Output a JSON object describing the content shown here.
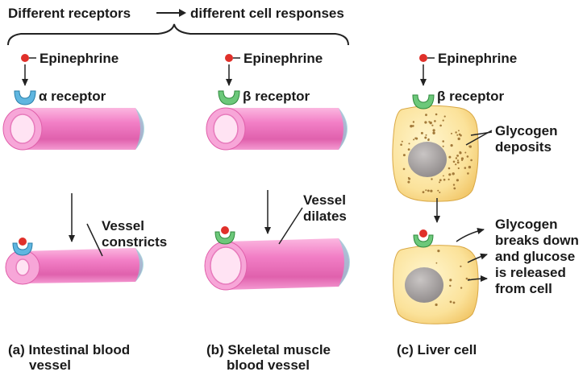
{
  "header": {
    "left": "Different receptors",
    "right": "different cell responses"
  },
  "panels": [
    {
      "ligand": "Epinephrine",
      "receptor": "α receptor",
      "response": [
        "Vessel",
        "constricts"
      ],
      "caption": [
        "(a) Intestinal blood",
        "vessel"
      ]
    },
    {
      "ligand": "Epinephrine",
      "receptor": "β receptor",
      "response": [
        "Vessel",
        "dilates"
      ],
      "caption": [
        "(b) Skeletal muscle",
        "blood vessel"
      ]
    },
    {
      "ligand": "Epinephrine",
      "receptor": "β receptor",
      "deposits": [
        "Glycogen",
        "deposits"
      ],
      "response": [
        "Glycogen",
        "breaks down",
        "and glucose",
        "is released",
        "from cell"
      ],
      "caption": [
        "(c) Liver cell"
      ]
    }
  ],
  "colors": {
    "vessel": "#f07cc4",
    "vessel_inner": "#ffd6ef",
    "alpha_receptor": "#5fb6e0",
    "beta_receptor": "#6cc87a",
    "ligand": "#e0302a",
    "cell": "#fbe49a",
    "nucleus": "#a8a3a3"
  }
}
